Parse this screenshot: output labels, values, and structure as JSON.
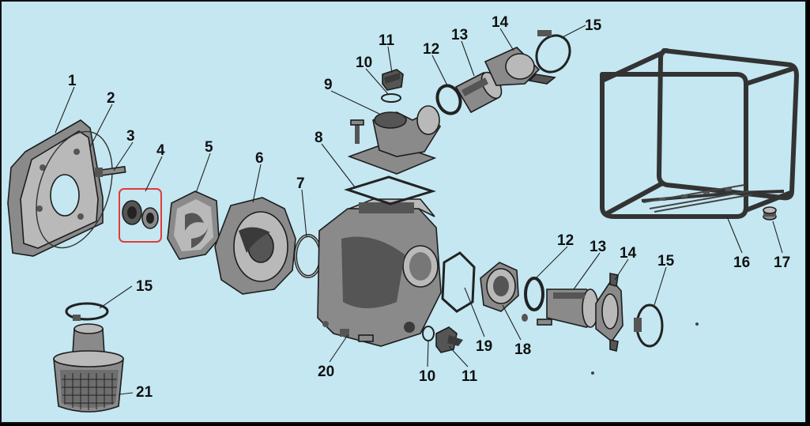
{
  "diagram": {
    "type": "exploded-parts-diagram",
    "highlighted_part": "4",
    "highlight_color": "#e23a3a",
    "background_color": "#c4e7f1",
    "callouts": [
      "1",
      "2",
      "3",
      "4",
      "5",
      "6",
      "7",
      "8",
      "9",
      "10",
      "11",
      "12",
      "13",
      "14",
      "15",
      "12",
      "13",
      "14",
      "15",
      "16",
      "17",
      "15",
      "18",
      "19",
      "10",
      "11",
      "20",
      "21"
    ]
  }
}
